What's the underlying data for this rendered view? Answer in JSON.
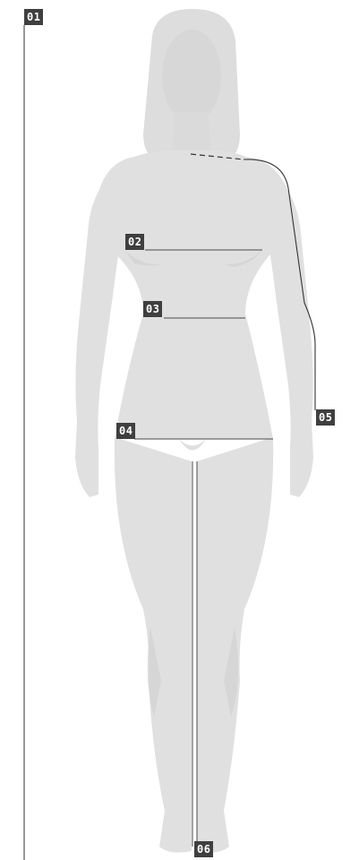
{
  "labels": {
    "m01": "01",
    "m02": "02",
    "m03": "03",
    "m04": "04",
    "m05": "05",
    "m06": "06"
  },
  "colors": {
    "body_fill": "#e0e0e0",
    "body_shadow": "#d3d3d3",
    "line": "#4a4a4a",
    "tag_bg": "#3f3f3f",
    "tag_text": "#ffffff"
  }
}
